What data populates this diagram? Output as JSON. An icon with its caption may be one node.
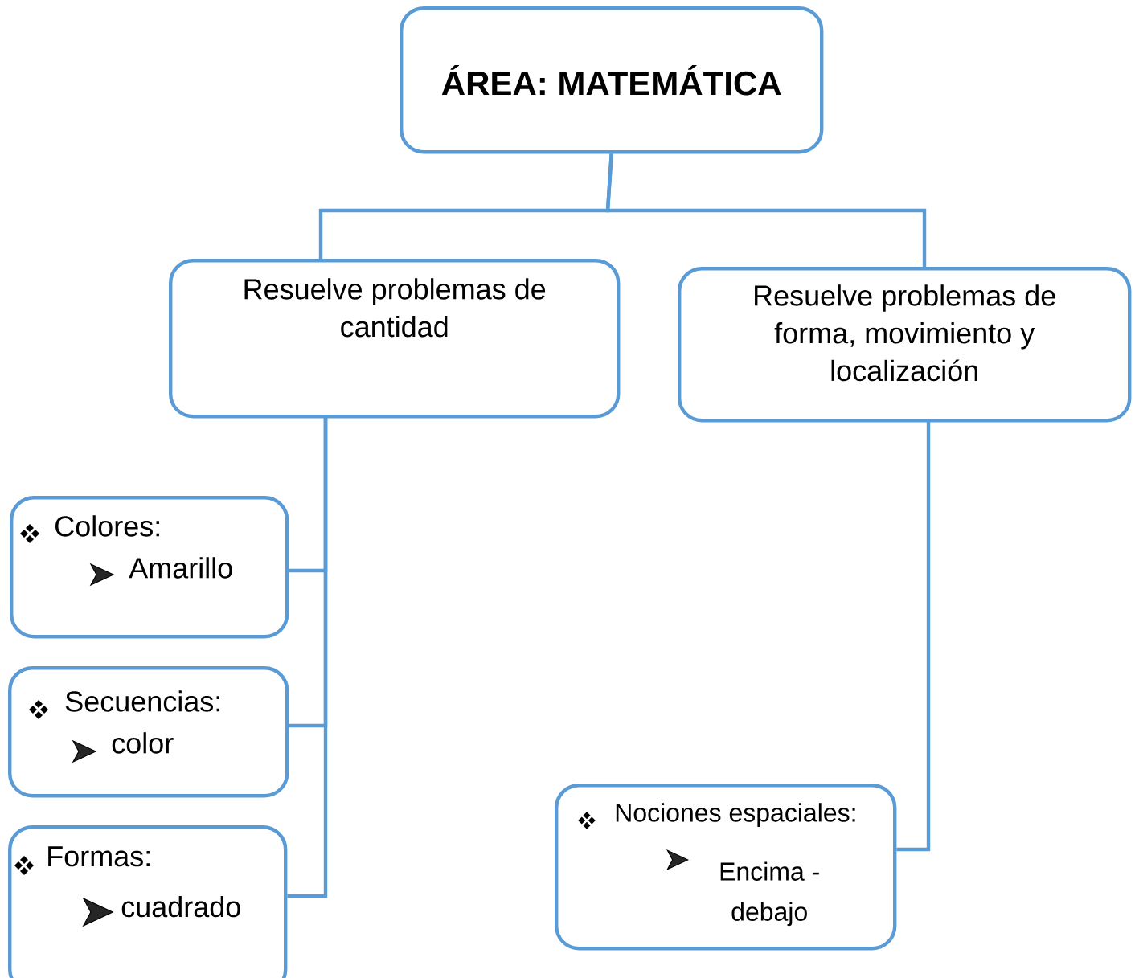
{
  "diagram": {
    "nodes": [
      {
        "text": [
          "ÁREA: MATEMÁTICA"
        ]
      },
      {
        "text": [
          "Resuelve problemas de cantidad"
        ]
      },
      {
        "text": [
          "Resuelve problemas de forma, movimiento y localización"
        ]
      },
      {
        "text": [
          "Colores:",
          "Amarillo"
        ]
      },
      {
        "text": [
          "Secuencias:",
          "color"
        ]
      },
      {
        "text": [
          "Formas:",
          "cuadrado"
        ]
      },
      {
        "text": [
          "Nociones espaciales:",
          "Encima - debajo"
        ]
      }
    ],
    "edges": [
      {
        "from": 0,
        "to": 1,
        "arrow": "none"
      },
      {
        "from": 0,
        "to": 2,
        "arrow": "none"
      },
      {
        "from": 1,
        "to": 3,
        "arrow": "none"
      },
      {
        "from": 1,
        "to": 4,
        "arrow": "none"
      },
      {
        "from": 1,
        "to": 5,
        "arrow": "none"
      },
      {
        "from": 2,
        "to": 6,
        "arrow": "none"
      }
    ]
  }
}
